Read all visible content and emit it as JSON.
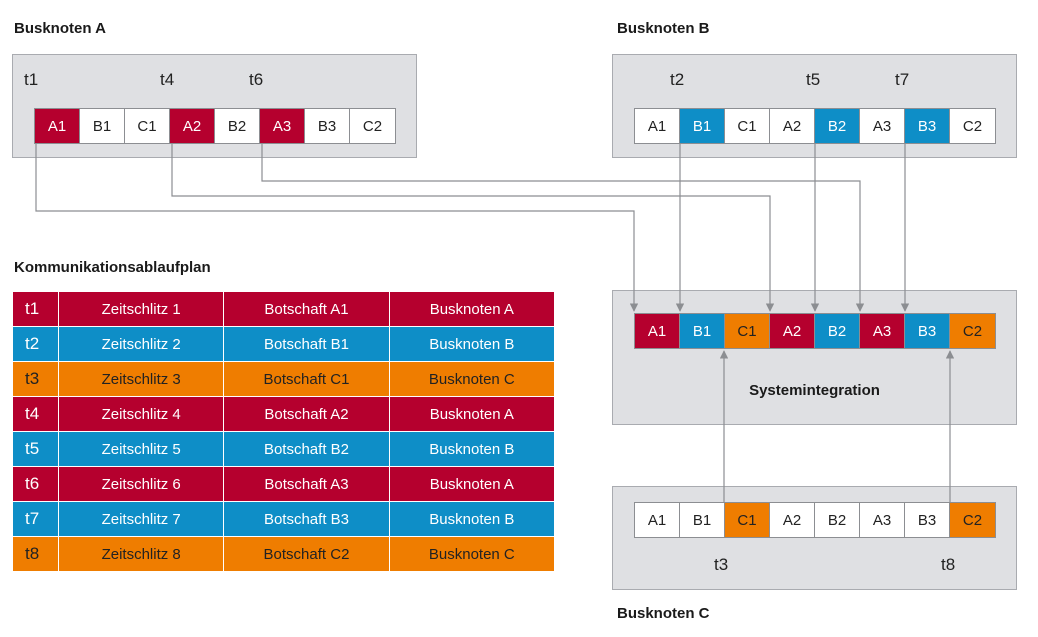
{
  "nodes": {
    "a": {
      "title": "Busknoten A",
      "slots": [
        {
          "label": "A1",
          "kind": "a"
        },
        {
          "label": "B1",
          "kind": ""
        },
        {
          "label": "C1",
          "kind": ""
        },
        {
          "label": "A2",
          "kind": "a"
        },
        {
          "label": "B2",
          "kind": ""
        },
        {
          "label": "A3",
          "kind": "a"
        },
        {
          "label": "B3",
          "kind": ""
        },
        {
          "label": "C2",
          "kind": ""
        }
      ],
      "times": [
        "t1",
        "t4",
        "t6"
      ]
    },
    "b": {
      "title": "Busknoten B",
      "slots": [
        {
          "label": "A1",
          "kind": ""
        },
        {
          "label": "B1",
          "kind": "b"
        },
        {
          "label": "C1",
          "kind": ""
        },
        {
          "label": "A2",
          "kind": ""
        },
        {
          "label": "B2",
          "kind": "b"
        },
        {
          "label": "A3",
          "kind": ""
        },
        {
          "label": "B3",
          "kind": "b"
        },
        {
          "label": "C2",
          "kind": ""
        }
      ],
      "times": [
        "t2",
        "t5",
        "t7"
      ]
    },
    "c": {
      "title": "Busknoten C",
      "slots": [
        {
          "label": "A1",
          "kind": ""
        },
        {
          "label": "B1",
          "kind": ""
        },
        {
          "label": "C1",
          "kind": "c"
        },
        {
          "label": "A2",
          "kind": ""
        },
        {
          "label": "B2",
          "kind": ""
        },
        {
          "label": "A3",
          "kind": ""
        },
        {
          "label": "B3",
          "kind": ""
        },
        {
          "label": "C2",
          "kind": "c"
        }
      ],
      "times": [
        "t3",
        "t8"
      ]
    }
  },
  "integration": {
    "label": "Systemintegration",
    "slots": [
      {
        "label": "A1",
        "kind": "a"
      },
      {
        "label": "B1",
        "kind": "b"
      },
      {
        "label": "C1",
        "kind": "c"
      },
      {
        "label": "A2",
        "kind": "a"
      },
      {
        "label": "B2",
        "kind": "b"
      },
      {
        "label": "A3",
        "kind": "a"
      },
      {
        "label": "B3",
        "kind": "b"
      },
      {
        "label": "C2",
        "kind": "c"
      }
    ]
  },
  "plan": {
    "title": "Kommunikationsablaufplan",
    "rows": [
      {
        "t": "t1",
        "slot": "Zeitschlitz 1",
        "msg": "Botschaft A1",
        "node": "Busknoten A",
        "kind": "a"
      },
      {
        "t": "t2",
        "slot": "Zeitschlitz 2",
        "msg": "Botschaft B1",
        "node": "Busknoten B",
        "kind": "b"
      },
      {
        "t": "t3",
        "slot": "Zeitschlitz 3",
        "msg": "Botschaft C1",
        "node": "Busknoten C",
        "kind": "c"
      },
      {
        "t": "t4",
        "slot": "Zeitschlitz 4",
        "msg": "Botschaft A2",
        "node": "Busknoten A",
        "kind": "a"
      },
      {
        "t": "t5",
        "slot": "Zeitschlitz 5",
        "msg": "Botschaft B2",
        "node": "Busknoten B",
        "kind": "b"
      },
      {
        "t": "t6",
        "slot": "Zeitschlitz 6",
        "msg": "Botschaft A3",
        "node": "Busknoten A",
        "kind": "a"
      },
      {
        "t": "t7",
        "slot": "Zeitschlitz 7",
        "msg": "Botschaft B3",
        "node": "Busknoten B",
        "kind": "b"
      },
      {
        "t": "t8",
        "slot": "Zeitschlitz 8",
        "msg": "Botschaft C2",
        "node": "Busknoten C",
        "kind": "c"
      }
    ]
  },
  "colors": {
    "node_a": "#b5002e",
    "node_b": "#0e8ec7",
    "node_c": "#ef7d00",
    "panel": "#dfe0e3",
    "line": "#8c8e92"
  }
}
